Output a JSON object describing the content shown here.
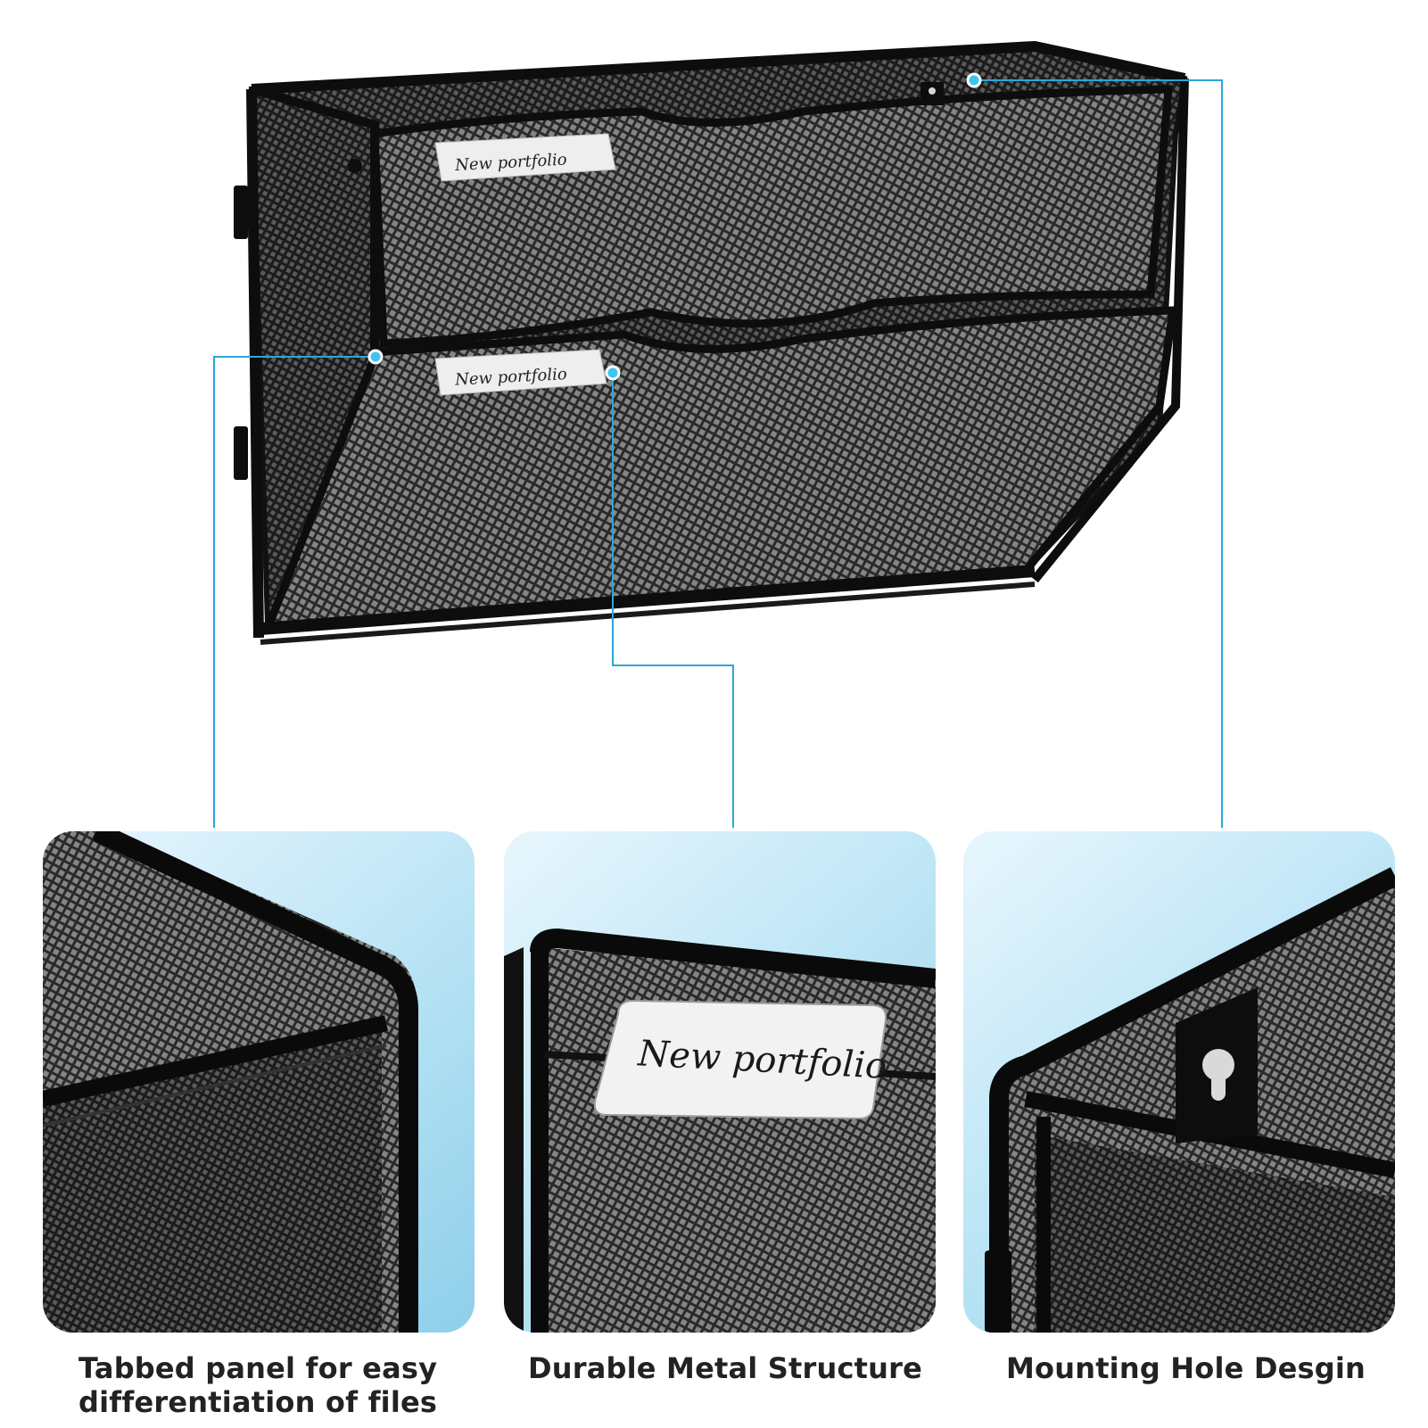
{
  "main_product": {
    "top_pocket_label": "New portfolio",
    "bottom_pocket_label": "New portfolio"
  },
  "callouts": {
    "accent_color": "#2aa8d8"
  },
  "features": [
    {
      "caption_line1": "Tabbed panel for easy",
      "caption_line2": "differentiation of files"
    },
    {
      "caption_line1": "Durable Metal Structure",
      "label_text": "New portfolio"
    },
    {
      "caption_line1": "Mounting Hole Desgin"
    }
  ]
}
